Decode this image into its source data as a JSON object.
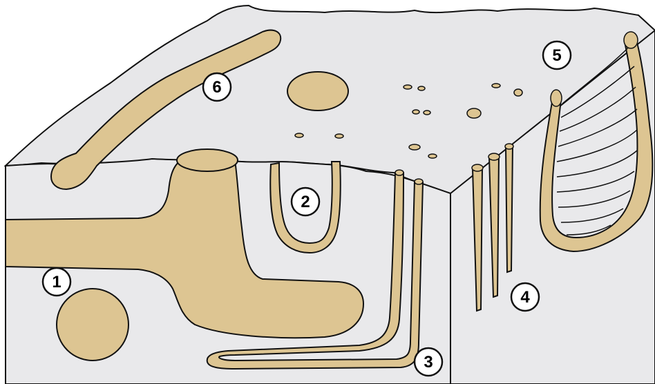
{
  "colors": {
    "burrow_fill": "#ddc592",
    "sediment_top": "#e7e7e9",
    "sediment_side": "#e9e9eb",
    "outline": "#111111",
    "label_bg": "#ffffff"
  },
  "labels": [
    {
      "id": "burrow-1",
      "text": "1"
    },
    {
      "id": "burrow-2",
      "text": "2"
    },
    {
      "id": "burrow-3",
      "text": "3"
    },
    {
      "id": "burrow-4",
      "text": "4"
    },
    {
      "id": "burrow-5",
      "text": "5"
    },
    {
      "id": "burrow-6",
      "text": "6"
    }
  ]
}
